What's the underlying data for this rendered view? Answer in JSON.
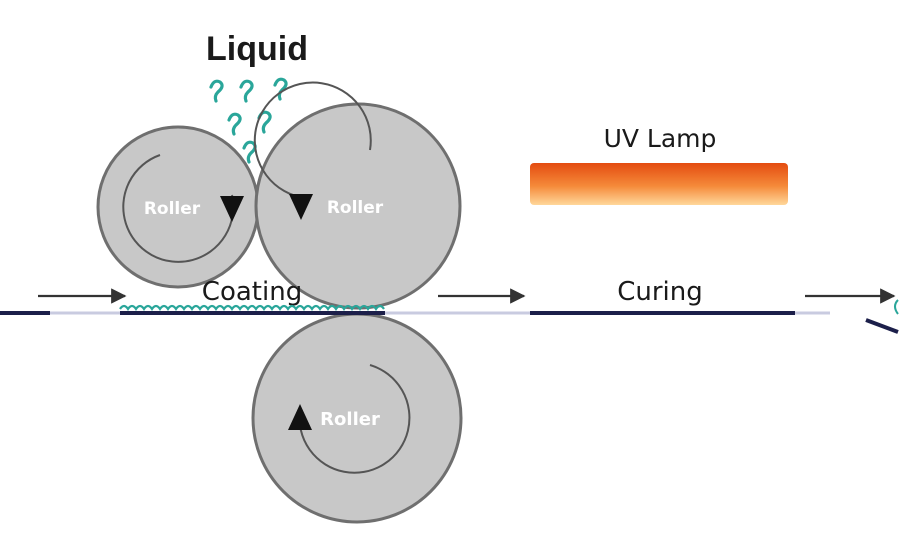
{
  "labels": {
    "liquid": "Liquid",
    "uv_lamp": "UV Lamp",
    "coating": "Coating",
    "curing": "Curing"
  },
  "rollers": [
    {
      "id": "top-left",
      "label": "Roller"
    },
    {
      "id": "top-right",
      "label": "Roller"
    },
    {
      "id": "bottom",
      "label": "Roller"
    }
  ],
  "colors": {
    "roller_fill": "#c8c8c8",
    "roller_stroke": "#6f6f6f",
    "droplet": "#2aa69a",
    "lamp_top": "#e8541a",
    "lamp_bottom": "#ffcf8a",
    "substrate": "#1c1f4a",
    "substrate_light": "#c9cbe0",
    "arrow": "#333333"
  }
}
